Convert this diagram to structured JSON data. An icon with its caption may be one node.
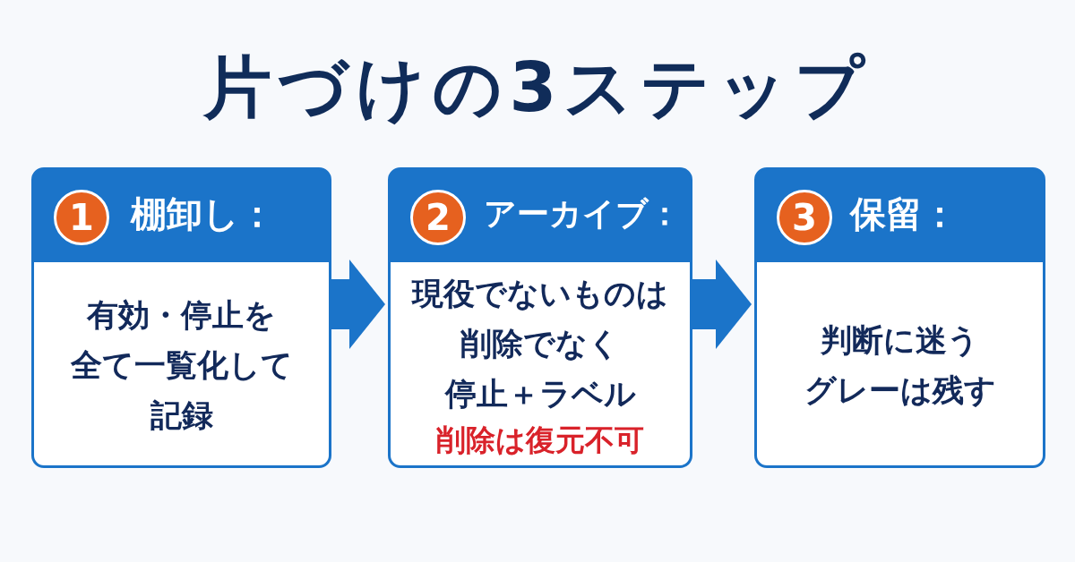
{
  "diagram": {
    "title": "片づけの3ステップ",
    "nodes": [
      {
        "text": [
          "棚卸し：",
          "有効・停止を全て一覧化して記録"
        ]
      },
      {
        "text": [
          "1"
        ],
        "in": 0
      },
      {
        "text": [
          "アーカイブ：",
          "現役でないものは削除でなく停止＋ラベル",
          "削除は復元不可"
        ]
      },
      {
        "text": [
          "2"
        ],
        "in": 2
      },
      {
        "text": [
          "保留：",
          "判断に迷うグレーは残す"
        ]
      },
      {
        "text": [
          "3"
        ],
        "in": 4
      }
    ],
    "edges": [
      {
        "from": 0,
        "to": 2,
        "arrow": "to"
      },
      {
        "from": 2,
        "to": 4,
        "arrow": "to"
      }
    ]
  }
}
